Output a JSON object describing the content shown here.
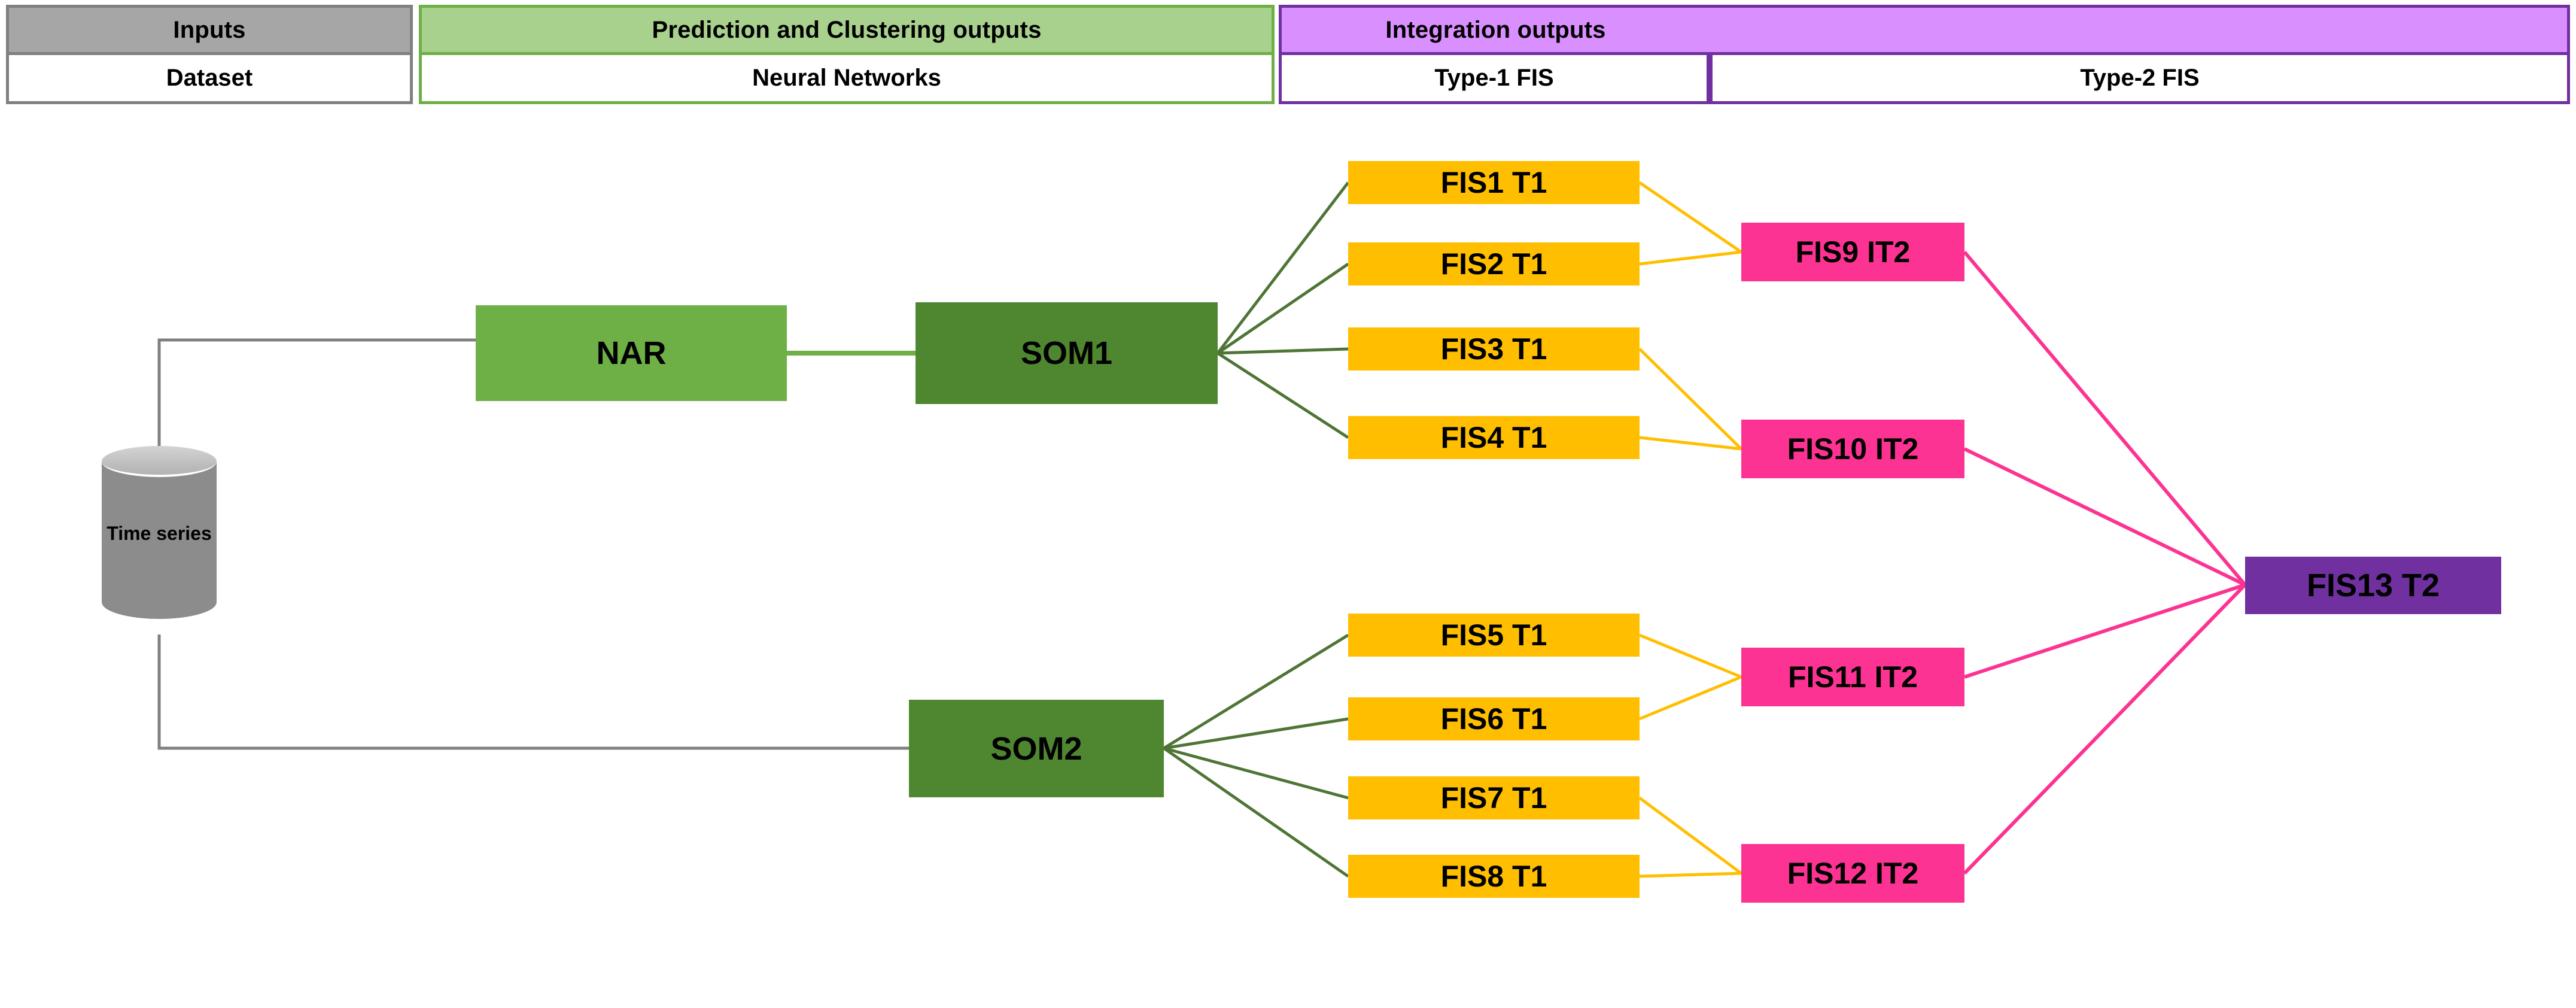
{
  "header": {
    "columns": [
      {
        "top": "Inputs",
        "bottom": "Dataset"
      },
      {
        "top": "Prediction and Clustering outputs",
        "bottom": "Neural Networks"
      },
      {
        "top": "Integration outputs",
        "bottom": "Type-1 FIS"
      },
      {
        "top": "",
        "bottom": "Type-2 FIS"
      }
    ]
  },
  "colors": {
    "inputs_fill": "#A6A6A6",
    "inputs_border": "#808080",
    "nn_fill": "#A9D18E",
    "nn_border": "#6EAF46",
    "integration_fill": "#DA8FFF",
    "integration_border": "#7030A0",
    "nar": "#6EAF46",
    "som": "#4F8630",
    "fis_t1": "#FFBF00",
    "fis_it2": "#FC3392",
    "fis_t2": "#7030A0",
    "cylinder": "#8C8C8C",
    "wire_gray": "#808080",
    "wire_green": "#4F7536",
    "wire_amber": "#FFBF00",
    "wire_pink": "#FC3392"
  },
  "nodes": {
    "dataset": {
      "label": "Time series"
    },
    "nar": {
      "label": "NAR"
    },
    "som1": {
      "label": "SOM1"
    },
    "som2": {
      "label": "SOM2"
    },
    "fis_t1": [
      {
        "label": "FIS1 T1"
      },
      {
        "label": "FIS2 T1"
      },
      {
        "label": "FIS3 T1"
      },
      {
        "label": "FIS4 T1"
      },
      {
        "label": "FIS5 T1"
      },
      {
        "label": "FIS6 T1"
      },
      {
        "label": "FIS7 T1"
      },
      {
        "label": "FIS8 T1"
      }
    ],
    "fis_it2": [
      {
        "label": "FIS9 IT2"
      },
      {
        "label": "FIS10 IT2"
      },
      {
        "label": "FIS11 IT2"
      },
      {
        "label": "FIS12 IT2"
      }
    ],
    "fis_t2": {
      "label": "FIS13 T2"
    }
  }
}
